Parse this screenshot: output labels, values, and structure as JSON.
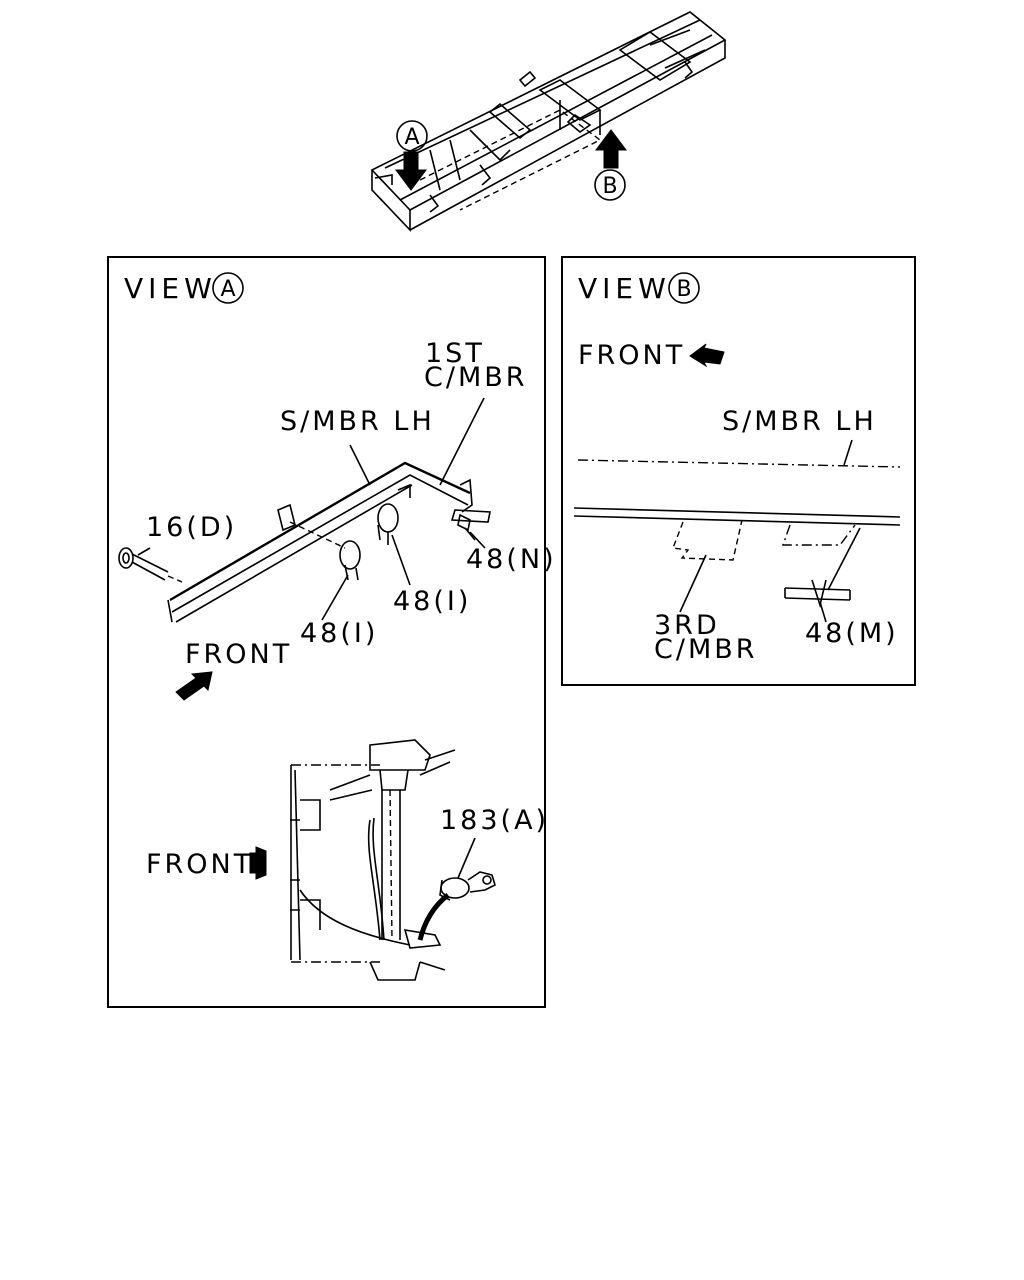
{
  "overview": {
    "marker_a": "A",
    "marker_b": "B"
  },
  "view_a": {
    "title": "VIEW",
    "marker": "A",
    "labels": {
      "first_cmbr_line1": "1ST",
      "first_cmbr_line2": "C/MBR",
      "smbr_lh": "S/MBR LH",
      "part_16d": "16(D)",
      "part_48n": "48(N)",
      "part_48i_right": "48(I)",
      "part_48i_left": "48(I)",
      "front_upper": "FRONT",
      "part_183a": "183(A)",
      "front_lower": "FRONT"
    }
  },
  "view_b": {
    "title": "VIEW",
    "marker": "B",
    "labels": {
      "front": "FRONT",
      "smbr_lh": "S/MBR LH",
      "third_cmbr_line1": "3RD",
      "third_cmbr_line2": "C/MBR",
      "part_48m": "48(M)"
    }
  }
}
